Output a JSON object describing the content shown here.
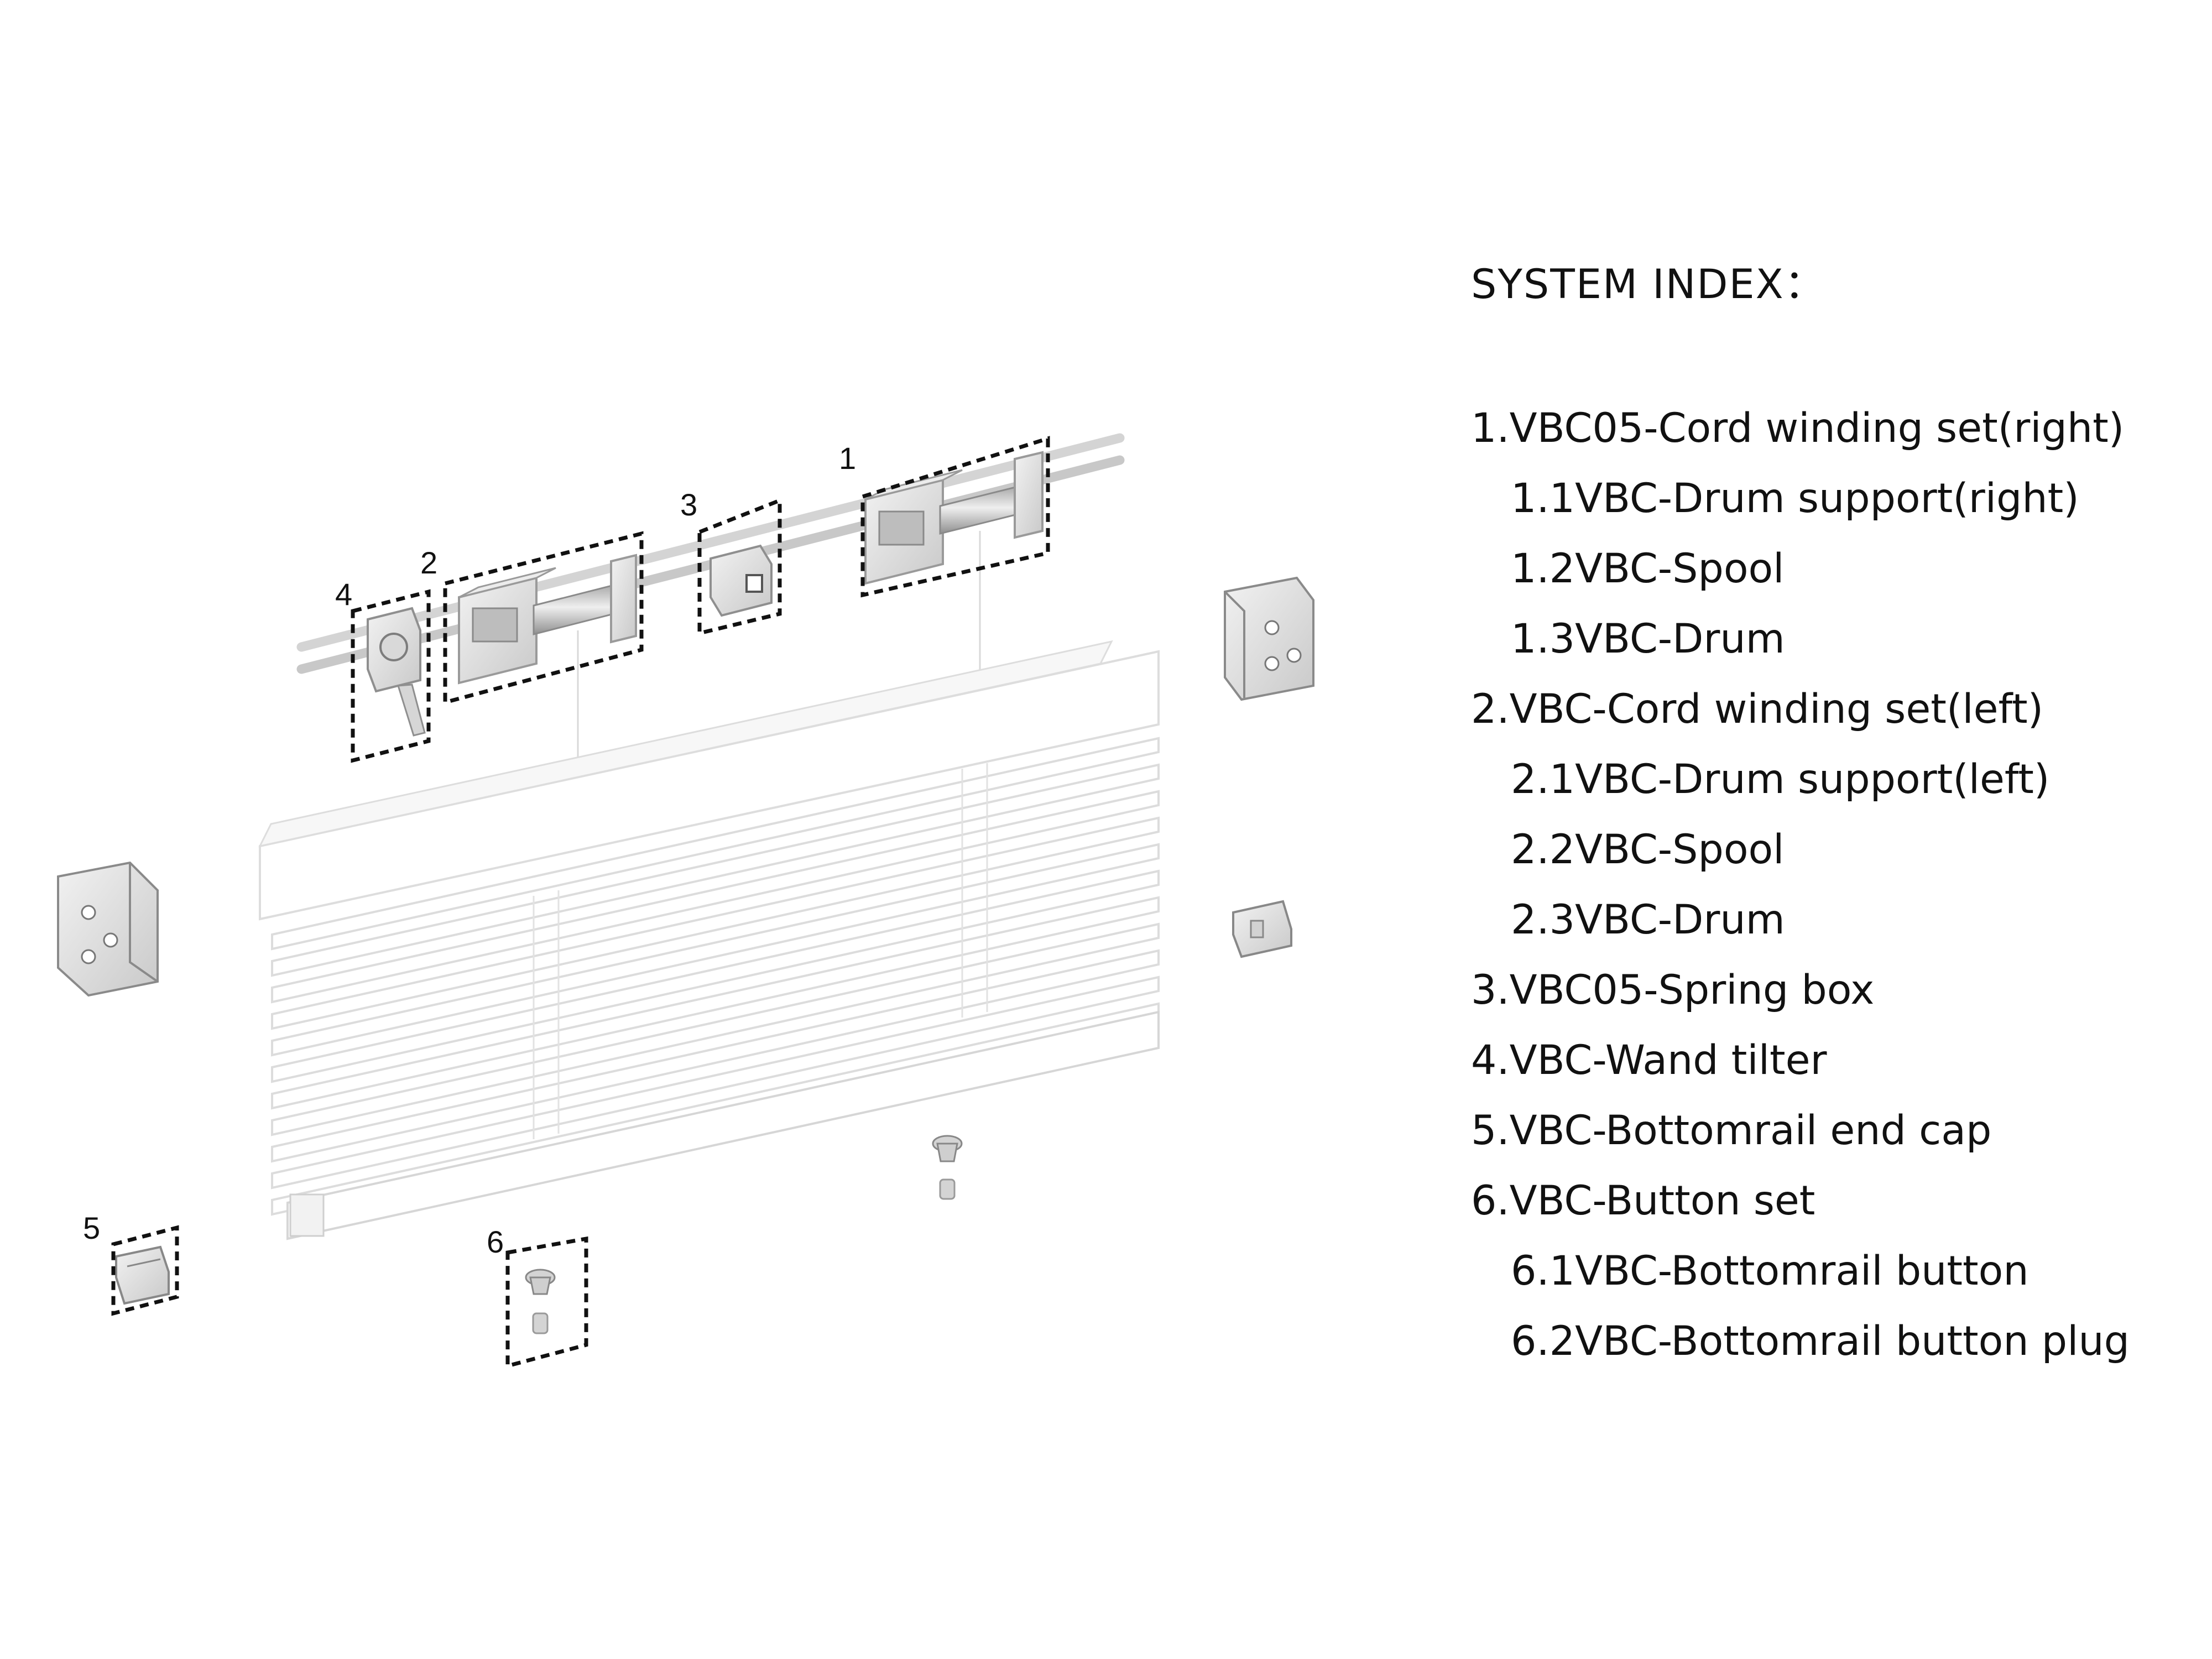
{
  "callouts": [
    "1",
    "2",
    "3",
    "4",
    "5",
    "6"
  ],
  "index": {
    "title": "SYSTEM INDEX：",
    "items": [
      {
        "label": "1.VBC05-Cord winding set(right)",
        "level": 0
      },
      {
        "label": "1.1VBC-Drum support(right)",
        "level": 1
      },
      {
        "label": "1.2VBC-Spool",
        "level": 1
      },
      {
        "label": "1.3VBC-Drum",
        "level": 1
      },
      {
        "label": "2.VBC-Cord winding set(left)",
        "level": 0
      },
      {
        "label": "2.1VBC-Drum support(left)",
        "level": 1
      },
      {
        "label": "2.2VBC-Spool",
        "level": 1
      },
      {
        "label": "2.3VBC-Drum",
        "level": 1
      },
      {
        "label": "3.VBC05-Spring box",
        "level": 0
      },
      {
        "label": "4.VBC-Wand tilter",
        "level": 0
      },
      {
        "label": "5.VBC-Bottomrail end cap",
        "level": 0
      },
      {
        "label": "6.VBC-Button set",
        "level": 0
      },
      {
        "label": "6.1VBC-Bottomrail button",
        "level": 1
      },
      {
        "label": "6.2VBC-Bottomrail button plug",
        "level": 1
      }
    ]
  }
}
